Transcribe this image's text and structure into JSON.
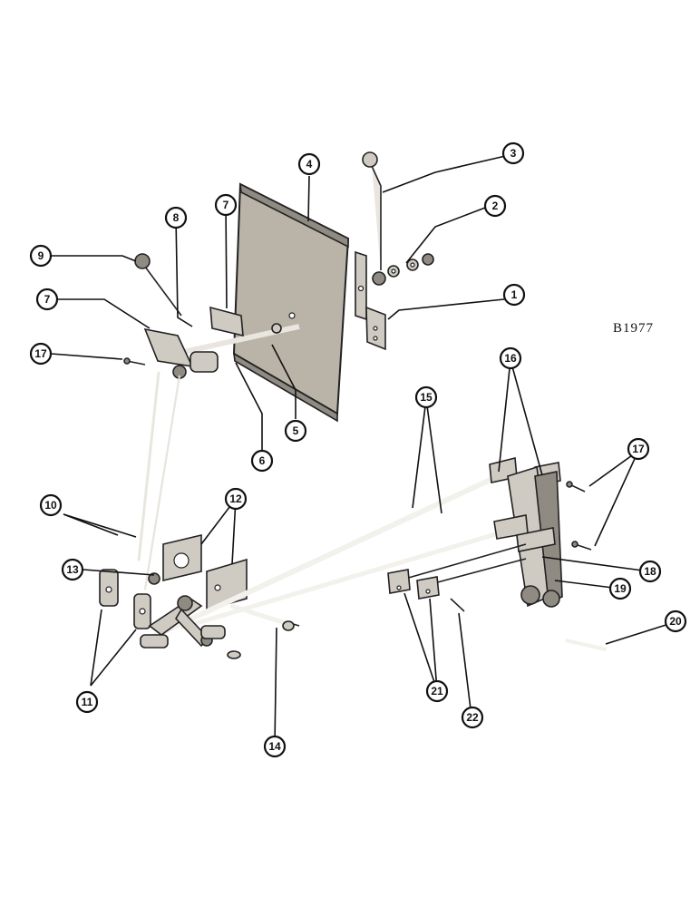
{
  "drawing": {
    "reference_code": "B1977",
    "callouts": [
      "1",
      "2",
      "3",
      "4",
      "5",
      "6",
      "7",
      "8",
      "9",
      "10",
      "11",
      "12",
      "13",
      "14",
      "15",
      "16",
      "17",
      "18",
      "19",
      "20",
      "21",
      "22"
    ]
  },
  "colors": {
    "line": "#111111",
    "part_fill": "#cfcac2",
    "part_shadow": "#8f8a82",
    "plate_fill": "#b9b3a8",
    "background": "#ffffff"
  }
}
